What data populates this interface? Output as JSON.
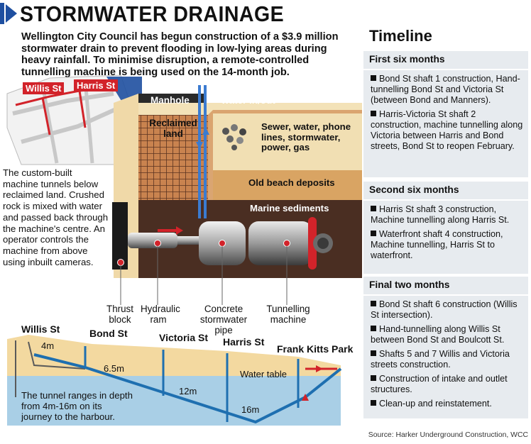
{
  "headline": "STORMWATER DRAINAGE",
  "intro": "Wellington City Council has begun construction of a $3.9 million stormwater drain to prevent flooding in low-lying areas during heavy rainfall. To minimise disruption, a remote-controlled tunnelling machine is being used on the 14-month job.",
  "map": {
    "willis": "Willis St",
    "harris": "Harris St"
  },
  "side_note": "The custom-built machine tunnels below reclaimed land. Crushed rock is mixed with water and passed back through the machine's centre. An operator controls the machine from above using inbuilt cameras.",
  "section": {
    "manhole": "Manhole",
    "water_in_out": "water in/out",
    "reclaimed_land": "Reclaimed land",
    "utilities": "Sewer, water, phone lines, stormwater, power, gas",
    "old_beach": "Old beach deposits",
    "marine": "Marine sediments",
    "parts": {
      "thrust_block": "Thrust block",
      "hydraulic_ram": "Hydraulic ram",
      "concrete_pipe": "Concrete stormwater pipe",
      "tunnelling_machine": "Tunnelling machine"
    }
  },
  "profile": {
    "streets": [
      "Willis St",
      "Bond St",
      "Victoria St",
      "Harris St",
      "Frank Kitts Park"
    ],
    "depths": [
      "4m",
      "6.5m",
      "12m",
      "16m"
    ],
    "water_table": "Water table",
    "caption": "The tunnel ranges in depth from 4m-16m on its journey to the harbour."
  },
  "timeline": {
    "title": "Timeline",
    "sections": [
      {
        "heading": "First six months",
        "items": [
          "Bond St shaft 1 construction, Hand-tunnelling Bond St and Victoria St (between Bond and Manners).",
          "Harris-Victoria St shaft 2 construction, machine tunnelling along Victoria between Harris and Bond streets, Bond St to reopen February."
        ]
      },
      {
        "heading": "Second six months",
        "items": [
          "Harris St shaft 3 construction, Machine tunnelling along Harris St.",
          "Waterfront shaft 4 construction, Machine tunnelling, Harris St to waterfront."
        ]
      },
      {
        "heading": "Final two months",
        "items": [
          "Bond St shaft 6 construction (Willis St intersection).",
          "Hand-tunnelling along Willis St between Bond St and Boulcott St.",
          "Shafts 5 and 7 Willis and Victoria streets construction.",
          "Construction of intake and outlet structures.",
          "Clean-up and reinstatement."
        ]
      }
    ],
    "source": "Source: Harker Underground Construction, WCC"
  },
  "colors": {
    "accent_blue": "#1e4fa0",
    "marker_red": "#d2232a",
    "sand": "#f3d9a0",
    "water": "#a9cfe6",
    "clay": "#8a5a3c",
    "dark_brown": "#4a2e22"
  }
}
